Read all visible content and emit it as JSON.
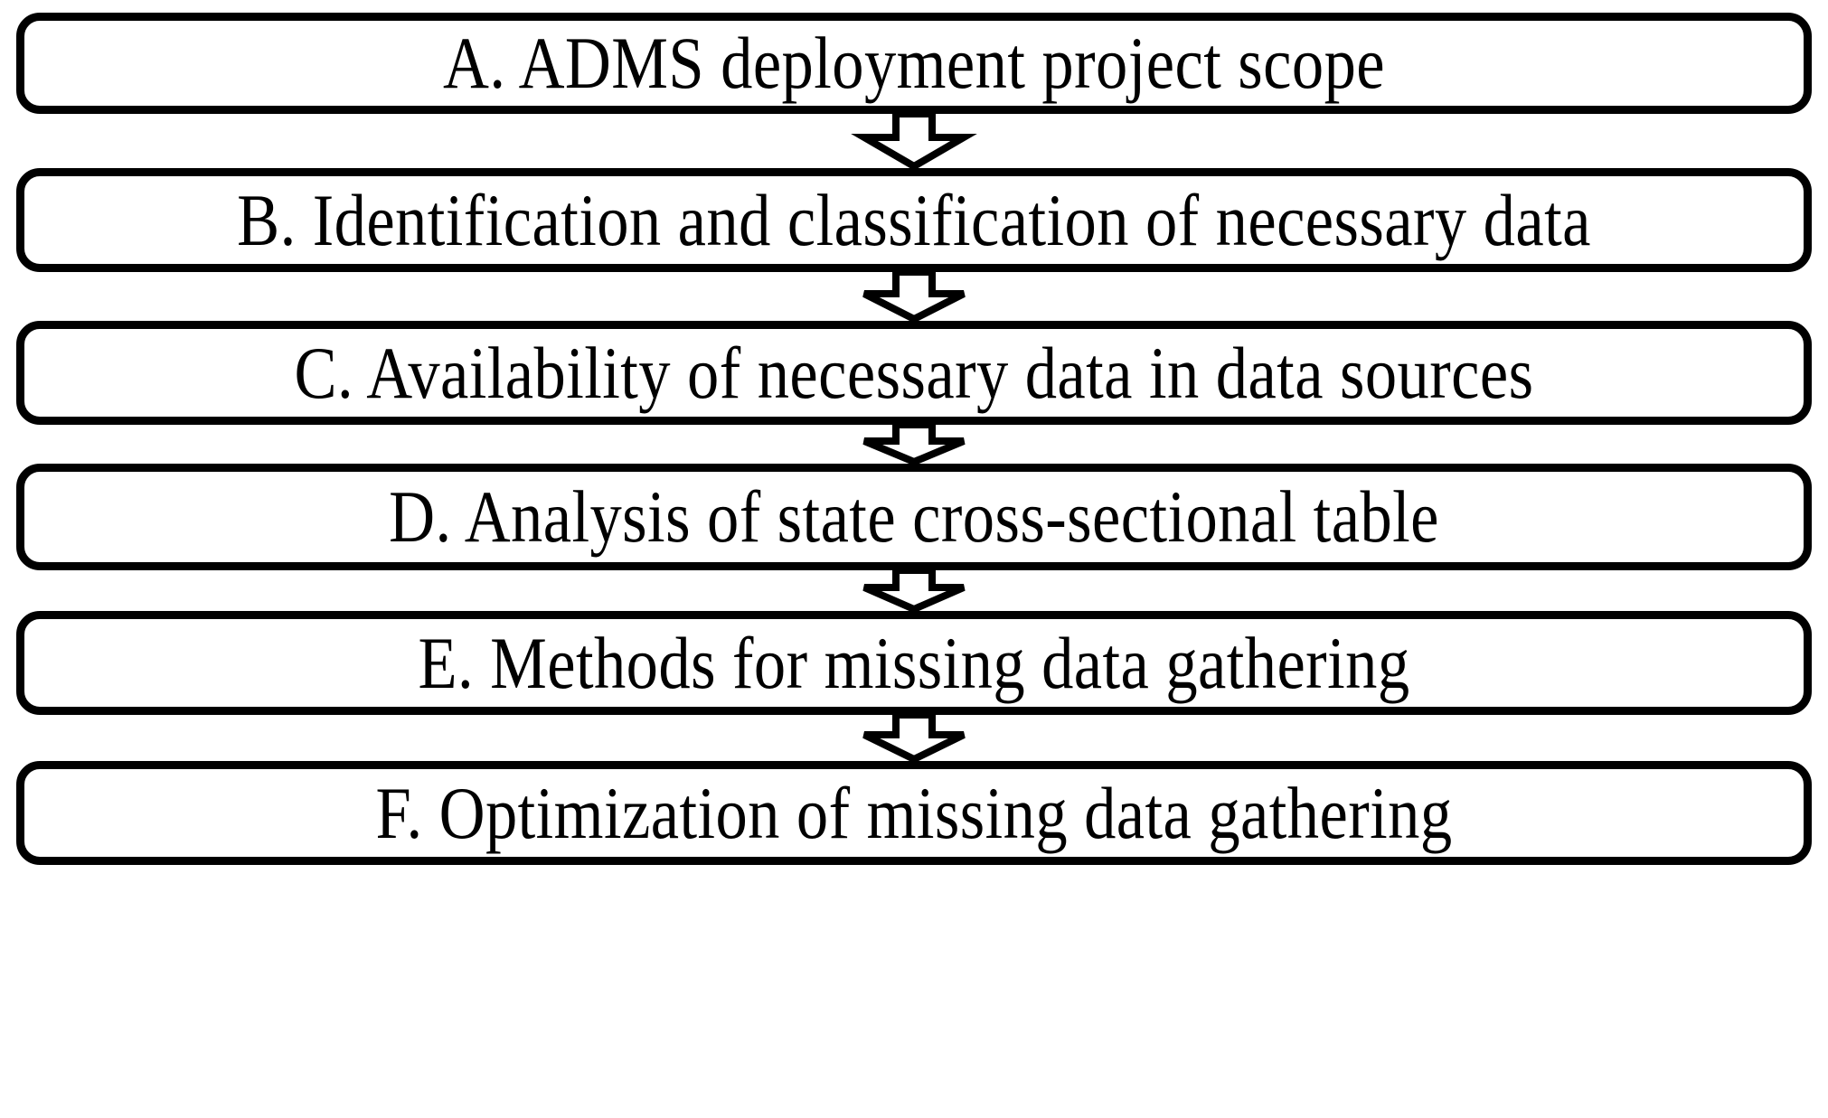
{
  "diagram": {
    "type": "flowchart",
    "orientation": "vertical",
    "title": "",
    "background_color": "#ffffff",
    "line_color": "#000000",
    "fill_color": "#ffffff",
    "nodes": [
      {
        "id": "A",
        "label": "A. ADMS deployment project scope"
      },
      {
        "id": "B",
        "label": "B. Identification and classification of necessary data"
      },
      {
        "id": "C",
        "label": "C. Availability of necessary data in data sources"
      },
      {
        "id": "D",
        "label": "D. Analysis of state cross-sectional table"
      },
      {
        "id": "E",
        "label": "E. Methods for missing data gathering"
      },
      {
        "id": "F",
        "label": "F. Optimization of missing data gathering"
      }
    ],
    "edges": [
      {
        "from": "A",
        "to": "B",
        "style": "hollow-block-arrow",
        "direction": "down"
      },
      {
        "from": "B",
        "to": "C",
        "style": "hollow-block-arrow",
        "direction": "down"
      },
      {
        "from": "C",
        "to": "D",
        "style": "hollow-block-arrow",
        "direction": "down"
      },
      {
        "from": "D",
        "to": "E",
        "style": "hollow-block-arrow",
        "direction": "down"
      },
      {
        "from": "E",
        "to": "F",
        "style": "hollow-block-arrow",
        "direction": "down"
      }
    ]
  }
}
